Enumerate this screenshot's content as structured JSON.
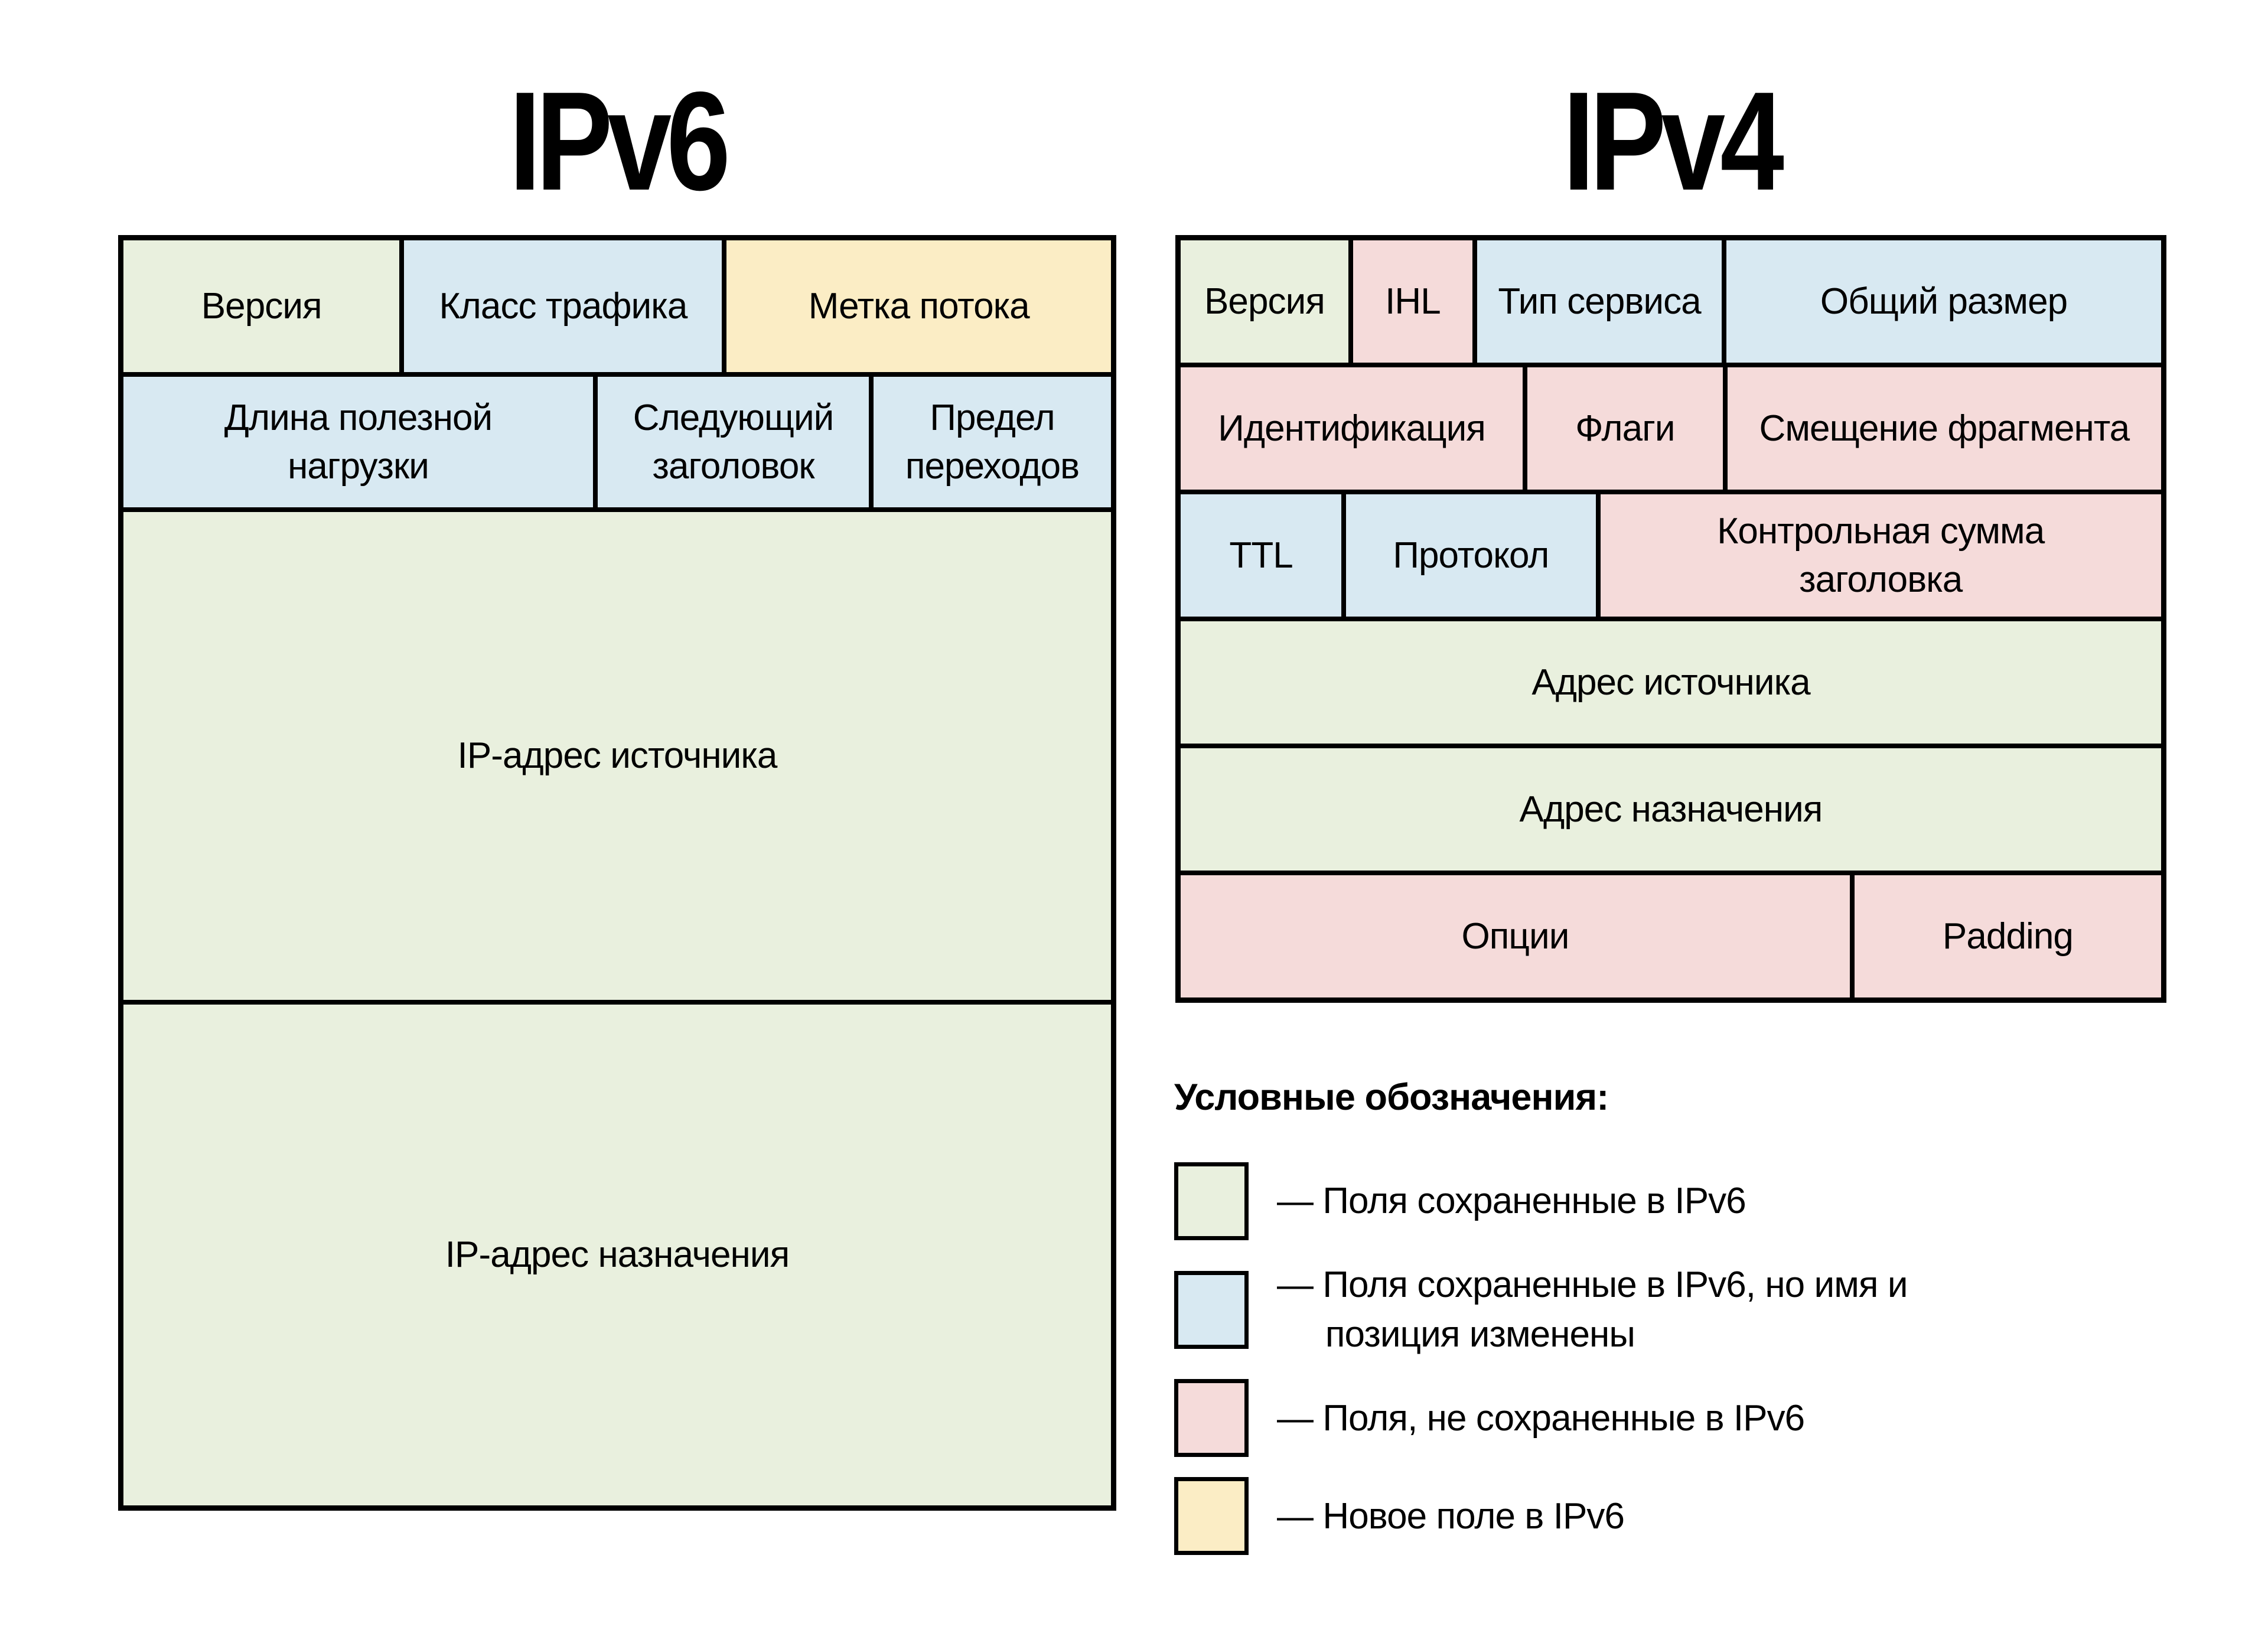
{
  "colors": {
    "green": "#e9f0de",
    "blue": "#d8e9f2",
    "pink": "#f5dbda",
    "yellow": "#fbedc5",
    "border": "#000000",
    "background": "#ffffff"
  },
  "ipv6": {
    "title": "IPv6",
    "rows": [
      {
        "cells": [
          {
            "label": "Версия"
          },
          {
            "label": "Класс трафика"
          },
          {
            "label": "Метка потока"
          }
        ]
      },
      {
        "cells": [
          {
            "label": "Длина полезной\nнагрузки"
          },
          {
            "label": "Следующий\nзаголовок"
          },
          {
            "label": "Предел\nпереходов"
          }
        ]
      },
      {
        "cells": [
          {
            "label": "IP-адрес источника"
          }
        ]
      },
      {
        "cells": [
          {
            "label": "IP-адрес назначения"
          }
        ]
      }
    ]
  },
  "ipv4": {
    "title": "IPv4",
    "rows": [
      {
        "cells": [
          {
            "label": "Версия"
          },
          {
            "label": "IHL"
          },
          {
            "label": "Тип сервиса"
          },
          {
            "label": "Общий размер"
          }
        ]
      },
      {
        "cells": [
          {
            "label": "Идентификация"
          },
          {
            "label": "Флаги"
          },
          {
            "label": "Смещение фрагмента"
          }
        ]
      },
      {
        "cells": [
          {
            "label": "TTL"
          },
          {
            "label": "Протокол"
          },
          {
            "label": "Контрольная сумма\nзаголовка"
          }
        ]
      },
      {
        "cells": [
          {
            "label": "Адрес источника"
          }
        ]
      },
      {
        "cells": [
          {
            "label": "Адрес назначения"
          }
        ]
      },
      {
        "cells": [
          {
            "label": "Опции"
          },
          {
            "label": "Padding"
          }
        ]
      }
    ]
  },
  "legend": {
    "title": "Условные обозначения:",
    "items": [
      {
        "color": "green",
        "label": "— Поля сохраненные в IPv6"
      },
      {
        "color": "blue",
        "label": "— Поля сохраненные в IPv6, но имя и\nпозиция изменены"
      },
      {
        "color": "pink",
        "label": "— Поля, не сохраненные в IPv6"
      },
      {
        "color": "yellow",
        "label": "— Новое поле в IPv6"
      }
    ]
  }
}
